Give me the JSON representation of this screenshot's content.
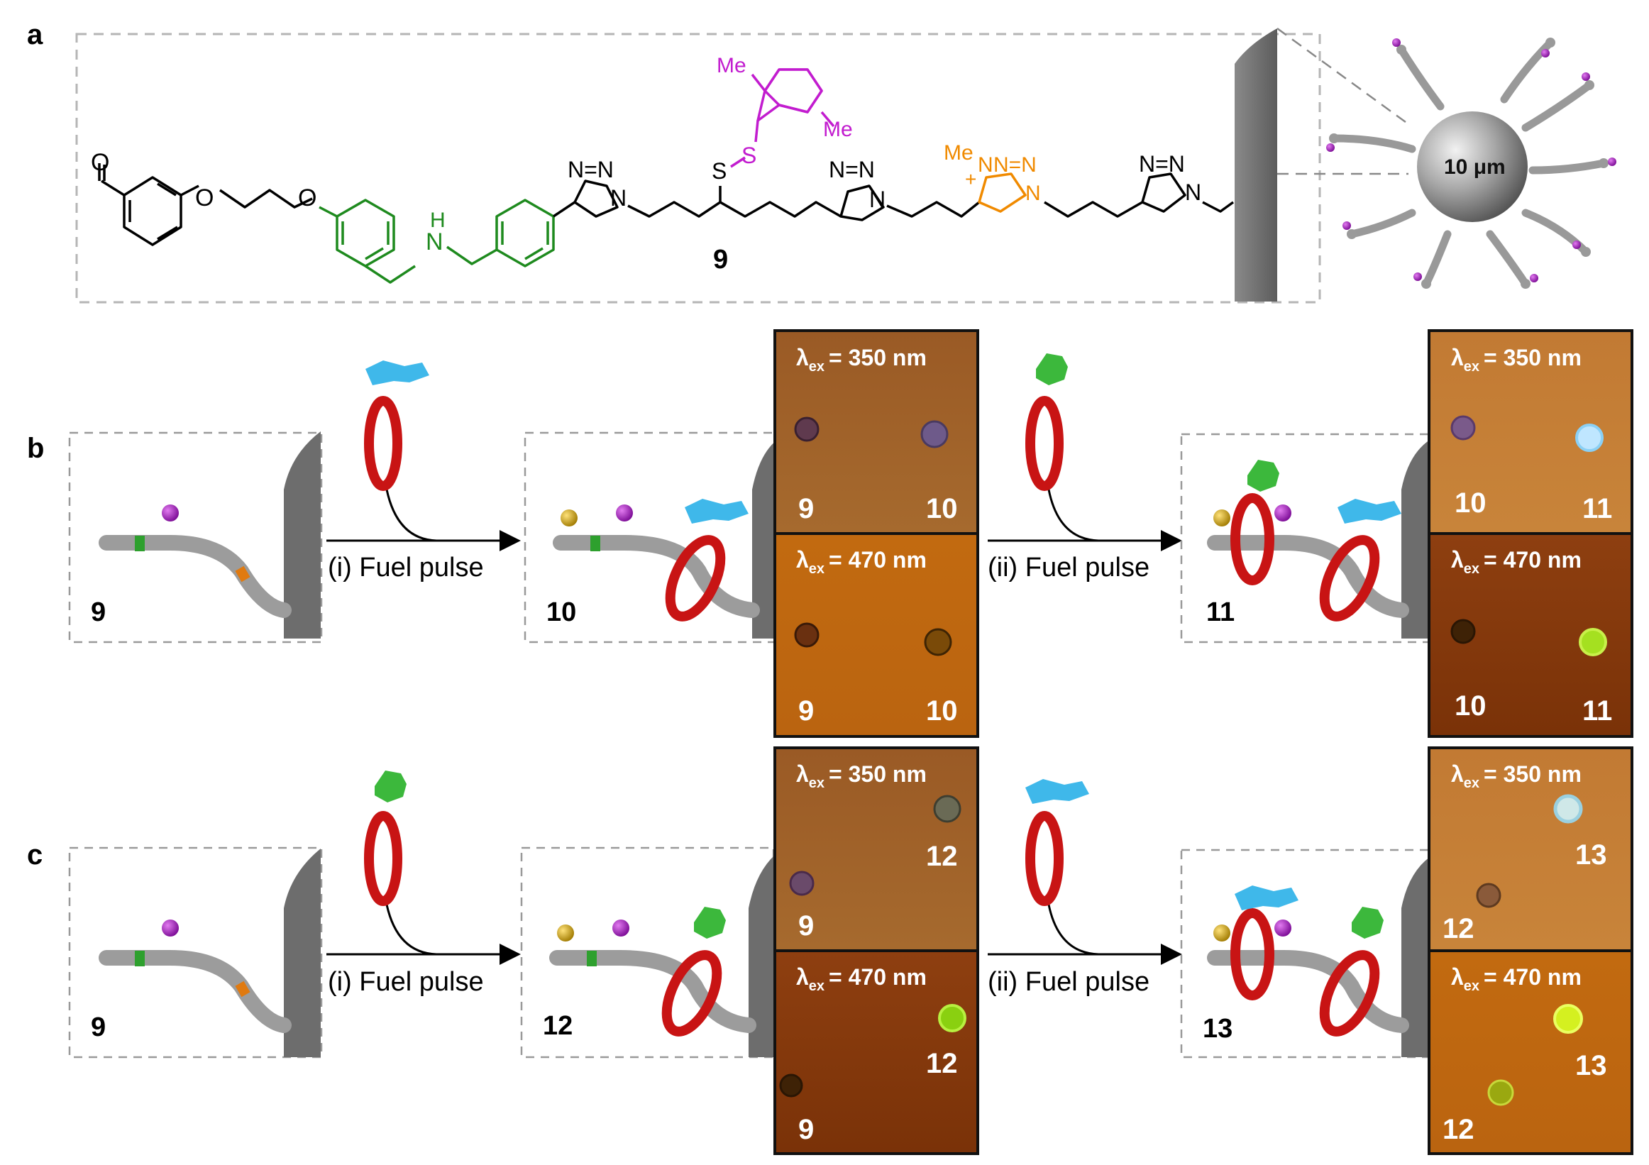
{
  "panels": {
    "a": "a",
    "b": "b",
    "c": "c"
  },
  "structure": {
    "compound_label": "9",
    "aldehyde_o": "O",
    "ether_o1": "O",
    "ether_o2": "O",
    "amine_h": "H",
    "amine_n": "N",
    "triazole1": "N=N",
    "triazole1_n": "N",
    "sulfur1": "S",
    "sulfur2": "S",
    "me_top": "Me",
    "me_right": "Me",
    "triazole2": "N=N",
    "triazole2_n": "N",
    "triazolium_me": "Me",
    "triazolium_n1": "N",
    "triazolium_plus": "+",
    "triazolium_nn": "N=N",
    "triazolium_n3": "N",
    "triazole3": "N=N",
    "triazole3_n": "N"
  },
  "particle": {
    "label": "10 μm"
  },
  "row_b": {
    "start_label": "9",
    "step1": "(i) Fuel pulse",
    "mid_label": "10",
    "step2": "(ii) Fuel pulse",
    "end_label": "11",
    "img1_top": {
      "ex_value": "= 350 nm",
      "left": "9",
      "right": "10"
    },
    "img1_bottom": {
      "ex_value": "= 470 nm",
      "left": "9",
      "right": "10"
    },
    "img2_top": {
      "ex_value": "= 350 nm",
      "left": "10",
      "right": "11"
    },
    "img2_bottom": {
      "ex_value": "= 470 nm",
      "left": "10",
      "right": "11"
    }
  },
  "row_c": {
    "start_label": "9",
    "step1": "(i) Fuel pulse",
    "mid_label": "12",
    "step2": "(ii) Fuel pulse",
    "end_label": "13",
    "img1_top": {
      "ex_value": "= 350 nm",
      "left": "9",
      "right": "12"
    },
    "img1_bottom": {
      "ex_value": "= 470 nm",
      "left": "9",
      "right": "12"
    },
    "img2_top": {
      "ex_value": "= 350 nm",
      "left": "12",
      "right": "13"
    },
    "img2_bottom": {
      "ex_value": "= 470 nm",
      "left": "12",
      "right": "13"
    }
  },
  "lambda": "λ",
  "lambda_sub": "ex",
  "colors": {
    "green": "#1e8a1e",
    "magenta": "#c21ccf",
    "orange": "#f08a00",
    "ring": "#c81414",
    "cyan": "#3fb8ea",
    "stopper_green": "#3cb83c"
  }
}
